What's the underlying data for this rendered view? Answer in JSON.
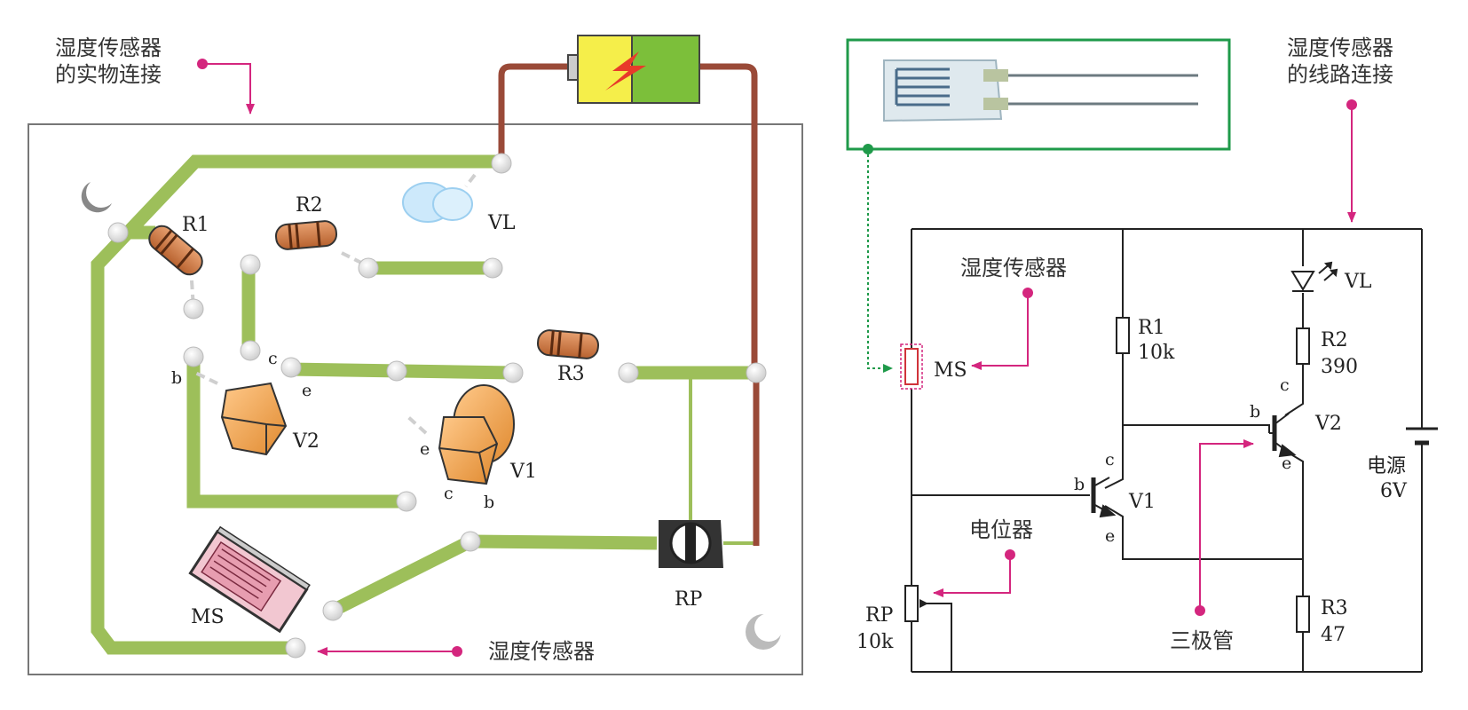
{
  "left": {
    "caption_physical": [
      "湿度传感器",
      "的实物连接"
    ],
    "bottom_caption": "湿度传感器",
    "labels": {
      "r1": "R1",
      "r2": "R2",
      "r3": "R3",
      "vl": "VL",
      "v1": "V1",
      "v2": "V2",
      "ms": "MS",
      "rp": "RP",
      "pin_b_v2": "b",
      "pin_c_v2": "c",
      "pin_e_v2": "e",
      "pin_e_v1": "e",
      "pin_c_v1": "c",
      "pin_b_v1": "b"
    }
  },
  "right": {
    "caption_circuit": [
      "湿度传感器",
      "的线路连接"
    ],
    "sensor_caption": "湿度传感器",
    "pot_caption": "电位器",
    "transistor_caption": "三极管",
    "labels": {
      "ms": "MS",
      "r1_name": "R1",
      "r1_val": "10k",
      "r2_name": "R2",
      "r2_val": "390",
      "r3_name": "R3",
      "r3_val": "47",
      "rp_name": "RP",
      "rp_val": "10k",
      "vl": "VL",
      "v1": "V1",
      "v2": "V2",
      "power_name": "电源",
      "power_val": "6V",
      "v1_b": "b",
      "v1_c": "c",
      "v1_e": "e",
      "v2_b": "b",
      "v2_c": "c",
      "v2_e": "e"
    }
  },
  "colors": {
    "trace": "#9dbf5a",
    "wire": "#9a4a38",
    "arrow": "#d4267e",
    "frame": "#1f9a4a",
    "component": "#f0a654",
    "board_border": "#777777"
  }
}
